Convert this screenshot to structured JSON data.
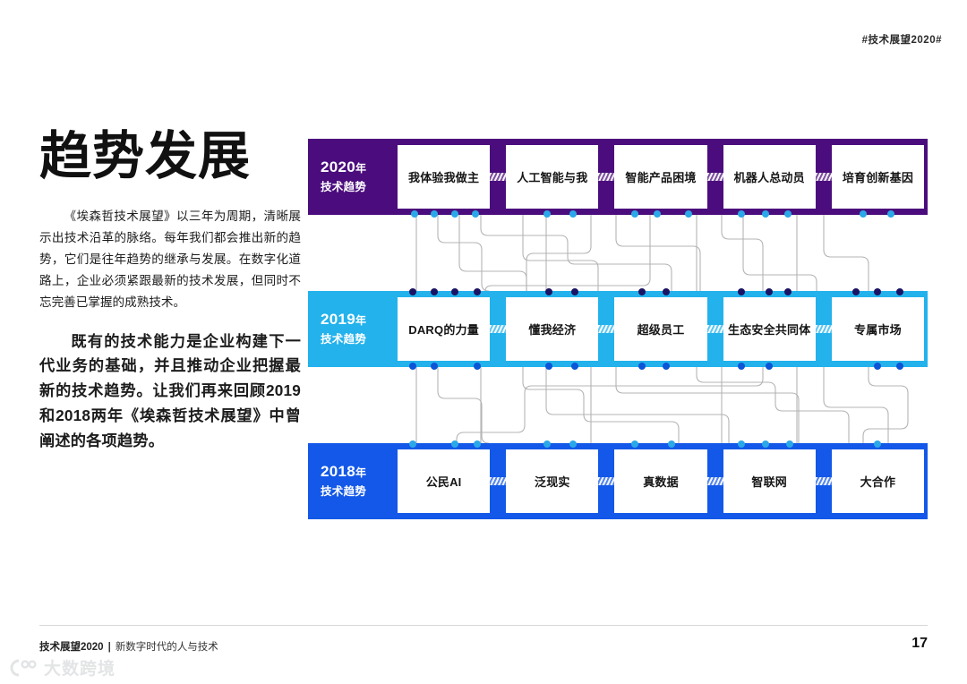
{
  "header": {
    "tag": "#技术展望2020#"
  },
  "left": {
    "title": "趋势发展",
    "paragraph1": "《埃森哲技术展望》以三年为周期，清晰展示出技术沿革的脉络。每年我们都会推出新的趋势，它们是往年趋势的继承与发展。在数字化道路上，企业必须紧跟最新的技术发展，但同时不忘完善已掌握的成熟技术。",
    "paragraph2": "既有的技术能力是企业构建下一代业务的基础，并且推动企业把握最新的技术趋势。让我们再来回顾2019和2018两年《埃森哲技术展望》中曾阐述的各项趋势。"
  },
  "diagram": {
    "rows": [
      {
        "year": "2020",
        "year_suffix": "年",
        "subtitle": "技术趋势",
        "band_color": "#4b0d7d",
        "dot_color": "#2aa8e8",
        "items": [
          {
            "label": "我体验我做主",
            "bottom_dots": [
              0.18,
              0.4,
              0.62,
              0.84
            ]
          },
          {
            "label": "人工智能与我",
            "bottom_dots": [
              0.44,
              0.72
            ]
          },
          {
            "label": "智能产品困境",
            "bottom_dots": [
              0.22,
              0.46,
              0.8
            ]
          },
          {
            "label": "机器人总动员",
            "bottom_dots": [
              0.2,
              0.46,
              0.7
            ]
          },
          {
            "label": "培育创新基因",
            "bottom_dots": [
              0.34,
              0.64
            ]
          }
        ]
      },
      {
        "year": "2019",
        "year_suffix": "年",
        "subtitle": "技术趋势",
        "band_color": "#23b2ec",
        "dot_color_top": "#1b1464",
        "dot_color_bottom": "#0b55d6",
        "items": [
          {
            "label": "DARQ的力量",
            "top_dots": [
              0.16,
              0.4,
              0.62,
              0.86
            ],
            "bottom_dots": [
              0.16,
              0.4,
              0.86
            ]
          },
          {
            "label": "懂我经济",
            "top_dots": [
              0.46,
              0.74
            ],
            "bottom_dots": [
              0.46,
              0.74
            ]
          },
          {
            "label": "超级员工",
            "top_dots": [
              0.3,
              0.56
            ],
            "bottom_dots": [
              0.3,
              0.56
            ]
          },
          {
            "label": "生态安全共同体",
            "top_dots": [
              0.2,
              0.5,
              0.7
            ],
            "bottom_dots": [
              0.2,
              0.5
            ]
          },
          {
            "label": "专属市场",
            "top_dots": [
              0.26,
              0.5,
              0.74
            ],
            "bottom_dots": [
              0.5,
              0.74
            ]
          }
        ]
      },
      {
        "year": "2018",
        "year_suffix": "年",
        "subtitle": "技术趋势",
        "band_color": "#1358e8",
        "dot_color": "#2aa8e8",
        "items": [
          {
            "label": "公民AI",
            "top_dots": [
              0.16,
              0.62,
              0.86
            ]
          },
          {
            "label": "泛现实",
            "top_dots": [
              0.44,
              0.72
            ]
          },
          {
            "label": "真数据",
            "top_dots": [
              0.22,
              0.62
            ]
          },
          {
            "label": "智联网",
            "top_dots": [
              0.2,
              0.46,
              0.72
            ]
          },
          {
            "label": "大合作",
            "top_dots": [
              0.5
            ]
          }
        ]
      }
    ],
    "connector_color": "#b4b4b4"
  },
  "footer": {
    "title": "技术展望2020",
    "separator": "|",
    "subtitle": "新数字时代的人与技术",
    "page_number": "17"
  },
  "watermark": {
    "text": "大数跨境"
  }
}
